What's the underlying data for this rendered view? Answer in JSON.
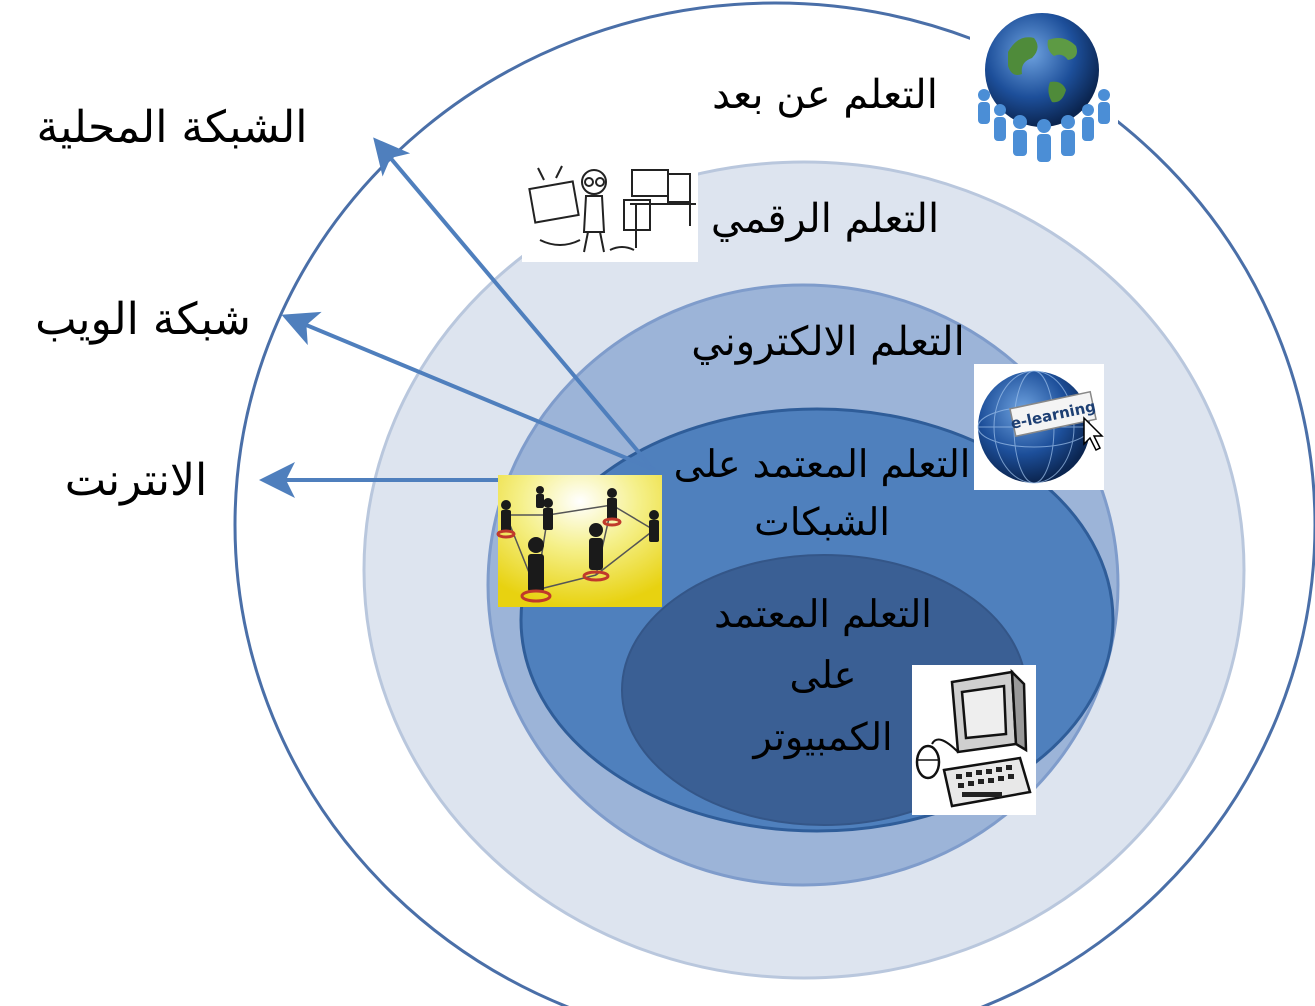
{
  "rings": [
    {
      "id": "distance",
      "label": "التعلم عن بعد",
      "fill": "#ffffff",
      "stroke": "#4a6fa8"
    },
    {
      "id": "digital",
      "label": "التعلم الرقمي",
      "fill": "#dde4ef",
      "stroke": "#b9c7dd"
    },
    {
      "id": "elearning",
      "label": "التعلم الالكتروني",
      "fill": "#9cb4d8",
      "stroke": "#7f9ccb"
    },
    {
      "id": "network",
      "label_lines": [
        "التعلم المعتمد على",
        "الشبكات"
      ],
      "fill": "#4f80bd",
      "stroke": "#2f5d99"
    },
    {
      "id": "computer",
      "label_lines": [
        "التعلم المعتمد",
        "على",
        "الكمبيوتر"
      ],
      "fill": "#3a5f94",
      "stroke": "#345688"
    }
  ],
  "side_labels": [
    {
      "id": "lan",
      "label": "الشبكة المحلية"
    },
    {
      "id": "web",
      "label": "شبكة الويب"
    },
    {
      "id": "internet",
      "label": "الانترنت"
    }
  ],
  "icons": {
    "globe_people": "globe-people-icon",
    "cartoon_computer": "cartoon-computer-icon",
    "elearning_globe": "elearning-globe-icon",
    "elearning_text": "e-learning",
    "network_people": "network-people-icon",
    "computer": "computer-icon"
  },
  "colors": {
    "arrow": "#4f7fbd"
  }
}
